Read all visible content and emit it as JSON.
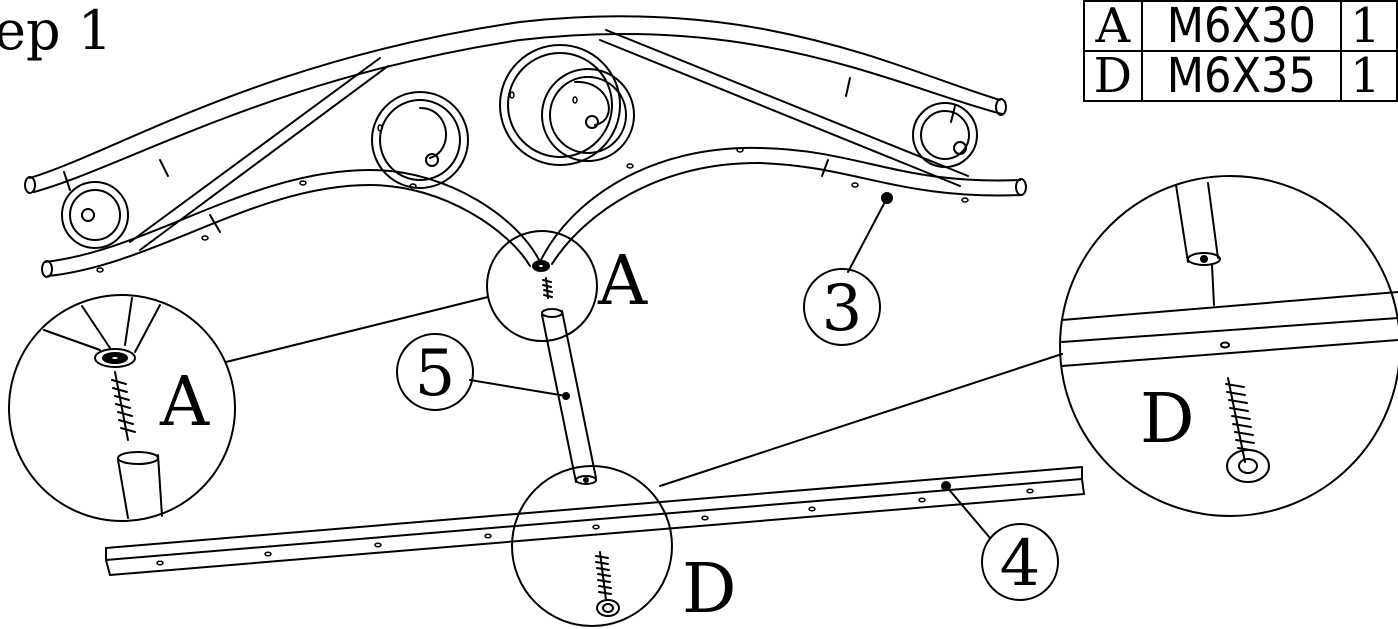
{
  "title": "ep 1",
  "hardware_table": [
    {
      "code": "A",
      "spec": "M6X30",
      "qty": "1"
    },
    {
      "code": "D",
      "spec": "M6X35",
      "qty": "1"
    }
  ],
  "callouts": {
    "part_headboard": "3",
    "part_rail": "4",
    "part_leg": "5",
    "hardware_a": "A",
    "hardware_d": "D",
    "detail_a_label": "A",
    "detail_d_label": "D"
  }
}
